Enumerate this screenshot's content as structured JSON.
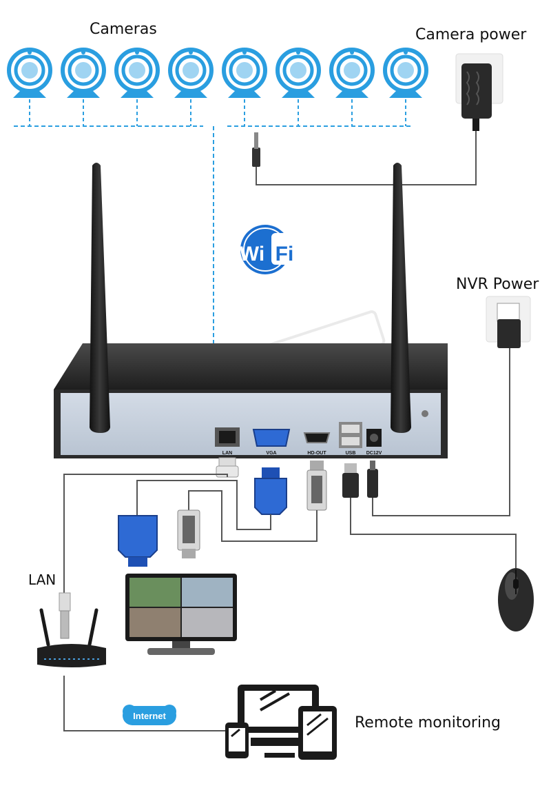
{
  "labels": {
    "cameras": "Cameras",
    "camera_power": "Camera power",
    "nvr_power": "NVR Power",
    "lan": "LAN",
    "remote_monitoring": "Remote monitoring"
  },
  "badges": {
    "wifi_left": "Wi",
    "wifi_right": "Fi",
    "internet": "Internet"
  },
  "nvr": {
    "ports": [
      "LAN",
      "VGA",
      "HD-OUT",
      "USB",
      "DC12V"
    ]
  },
  "camera_count": 8,
  "colors": {
    "camera_blue": "#2a9ee0",
    "wifi_blue": "#1c6fd0",
    "dashed_line": "#2a9ee0",
    "cable": "#555555",
    "nvr_body": "#2b2b2b",
    "nvr_panel": "#c9d3e0",
    "vga_blue": "#1e50b4"
  }
}
